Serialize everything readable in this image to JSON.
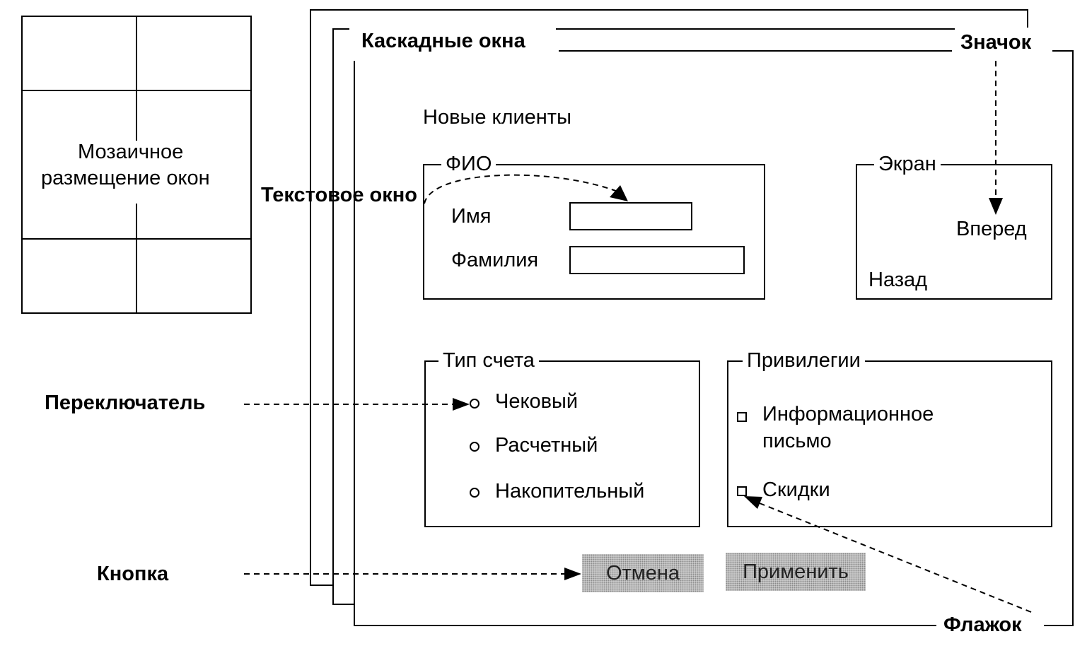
{
  "tiled": {
    "label_line1": "Мозаичное",
    "label_line2": "размещение окон"
  },
  "cascade": {
    "title": "Каскадные окна",
    "icon_label": "Значок"
  },
  "form": {
    "heading": "Новые клиенты",
    "fio": {
      "legend": "ФИО",
      "first_name_label": "Имя",
      "first_name_value": "",
      "last_name_label": "Фамилия",
      "last_name_value": ""
    },
    "screen": {
      "legend": "Экран",
      "forward": "Вперед",
      "back": "Назад"
    },
    "account": {
      "legend": "Тип счета",
      "options": [
        "Чековый",
        "Расчетный",
        "Накопительный"
      ]
    },
    "privileges": {
      "legend": "Привилегии",
      "option1_line1": "Информационное",
      "option1_line2": "письмо",
      "option2": "Скидки"
    },
    "buttons": {
      "cancel": "Отмена",
      "apply": "Применить"
    }
  },
  "callouts": {
    "text_window": "Текстовое окно",
    "radio": "Переключатель",
    "button": "Кнопка",
    "checkbox": "Флажок"
  }
}
